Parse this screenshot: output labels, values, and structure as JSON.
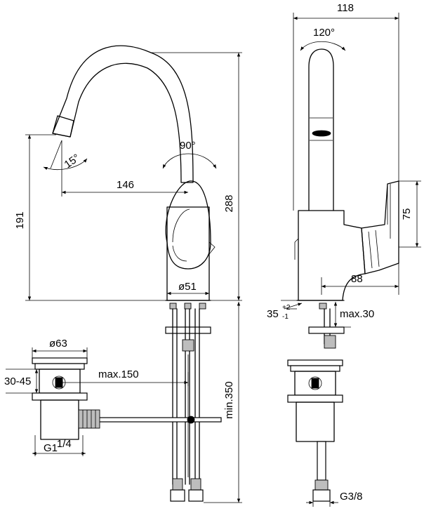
{
  "dimensions": {
    "width_118": "118",
    "angle_120": "120°",
    "angle_90": "90°",
    "angle_15": "15°",
    "reach_146": "146",
    "height_288": "288",
    "height_191": "191",
    "base_51": "ø51",
    "handle_75": "75",
    "depth_88": "88",
    "deck_35": "35",
    "deck_tol_plus": "+2",
    "deck_tol_minus": "-1",
    "max_30": "max.30",
    "min_350": "min.350",
    "waste_63": "ø63",
    "waste_3045": "30-45",
    "max_150": "max.150",
    "thread_g114_base": "G1",
    "thread_g114_frac": "1/4",
    "thread_g38": "G3/8"
  }
}
